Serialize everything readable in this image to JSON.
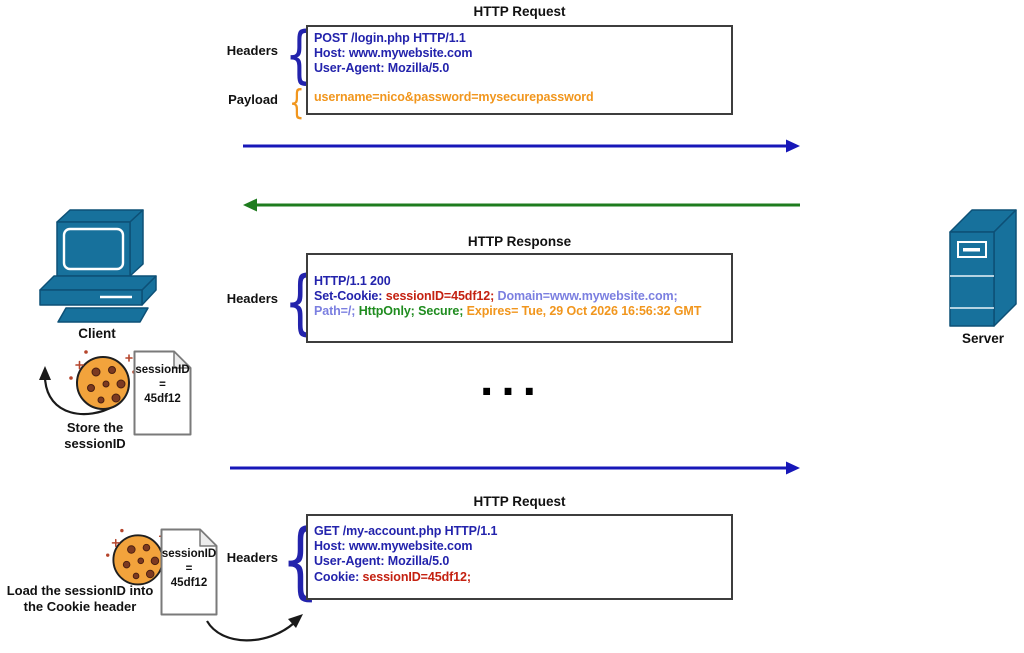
{
  "colors": {
    "header_blue": "#2323AC",
    "payload_orange": "#F1961D",
    "session_red": "#C42111",
    "attr_purple": "#7B7FE0",
    "flag_green": "#1F8C1F",
    "arrow_blue": "#1717B8",
    "arrow_green": "#1E7C1E",
    "arrow_black": "#1A1A1A",
    "icon_teal": "#17719C",
    "icon_teal_dark": "#0D5076",
    "box_border": "#3D3D3D",
    "doc_border": "#7A7A7A",
    "cookie_fill": "#F2A33C",
    "cookie_chip": "#7C3A21",
    "text_dark": "#111111"
  },
  "brace_glyph": "{",
  "ellipsis": "...",
  "client": {
    "label": "Client"
  },
  "server": {
    "label": "Server"
  },
  "request1": {
    "title": "HTTP Request",
    "headers_label": "Headers",
    "payload_label": "Payload",
    "header_lines": [
      "POST /login.php HTTP/1.1",
      "Host: www.mywebsite.com",
      "User-Agent: Mozilla/5.0"
    ],
    "payload_line": "username=nico&password=mysecurepassword"
  },
  "response": {
    "title": "HTTP Response",
    "headers_label": "Headers",
    "status_line": "HTTP/1.1 200",
    "set_cookie_label": "Set-Cookie: ",
    "session_cookie": "sessionID=45df12;",
    "domain_attr": " Domain=www.mywebsite.com;",
    "path_attr": "Path=/; ",
    "security_flags": "HttpOnly; Secure; ",
    "expires_attr": "Expires= Tue, 29 Oct 2026 16:56:32 GMT"
  },
  "request2": {
    "title": "HTTP Request",
    "headers_label": "Headers",
    "header_lines": [
      "GET /my-account.php HTTP/1.1",
      "Host: www.mywebsite.com",
      "User-Agent: Mozilla/5.0"
    ],
    "cookie_label": "Cookie: ",
    "cookie_value": "sessionID=45df12;"
  },
  "store_note": {
    "doc_lines": [
      "sessionID",
      "=",
      "45df12"
    ],
    "caption_lines": [
      "Store the",
      "sessionID"
    ]
  },
  "load_note": {
    "doc_lines": [
      "sessionID",
      "=",
      "45df12"
    ],
    "caption_lines": [
      "Load the sessionID into",
      "the Cookie header"
    ]
  }
}
